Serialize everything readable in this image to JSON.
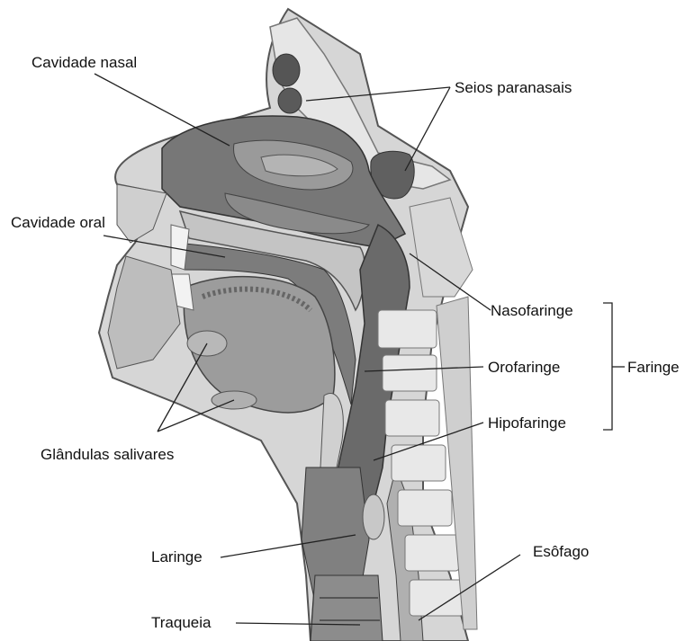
{
  "labels": {
    "cavidade_nasal": "Cavidade nasal",
    "seios_paranasais": "Seios paranasais",
    "cavidade_oral": "Cavidade oral",
    "nasofaringe": "Nasofaringe",
    "orofaringe": "Orofaringe",
    "faringe": "Faringe",
    "hipofaringe": "Hipofaringe",
    "glandulas_salivares": "Glândulas salivares",
    "laringe": "Laringe",
    "esofago": "Esôfago",
    "traqueia": "Traqueia"
  },
  "colors": {
    "airway": "#6e6e6e",
    "soft_tissue": "#c8c8c8",
    "bone": "#e2e2e2",
    "tongue": "#9a9a9a",
    "dark": "#444444",
    "line": "#222222"
  }
}
